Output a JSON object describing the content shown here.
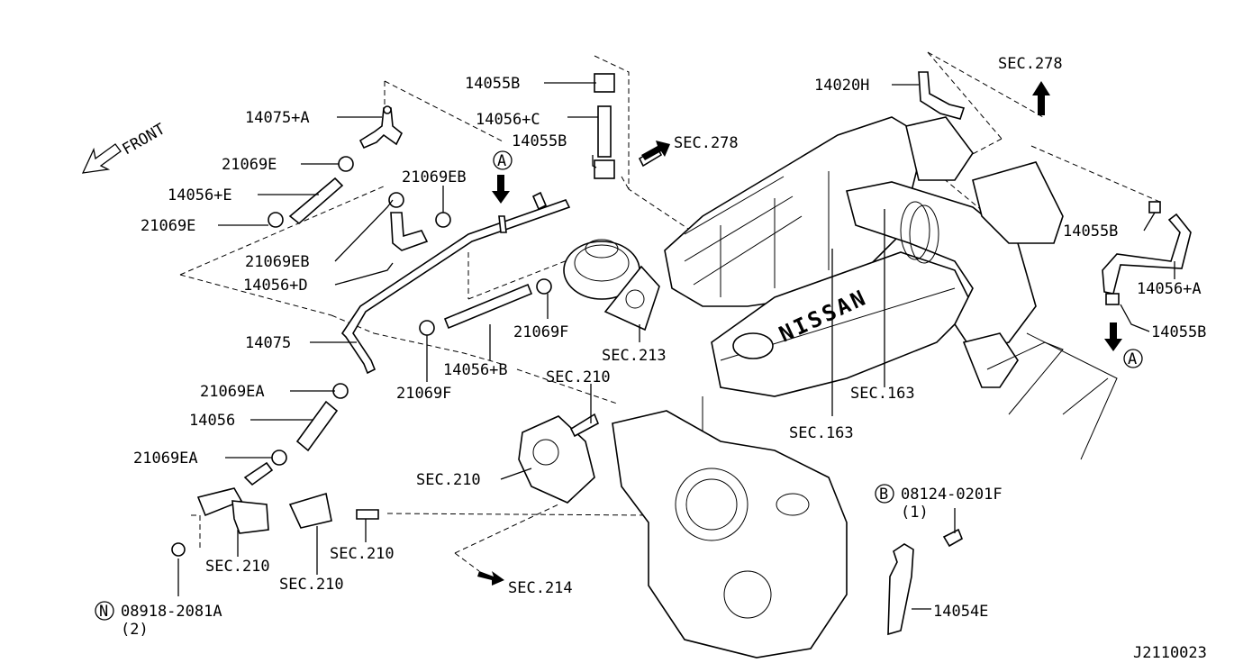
{
  "diagram_id": "J2110023",
  "front_label": "FRONT",
  "callouts": {
    "a": "A",
    "b": "B",
    "n": "N"
  },
  "labels": {
    "p14075A": "14075+A",
    "p21069E_1": "21069E",
    "p14056E": "14056+E",
    "p21069E_2": "21069E",
    "p21069EB_1": "21069EB",
    "p21069EB_2": "21069EB",
    "p14056D": "14056+D",
    "p14075": "14075",
    "p21069EA_1": "21069EA",
    "p14056": "14056",
    "p21069EA_2": "21069EA",
    "p14055B_1": "14055B",
    "p14056C": "14056+C",
    "p14055B_2": "14055B",
    "sec278_1": "SEC.278",
    "p21069F_1": "21069F",
    "p21069F_2": "21069F",
    "p14056B": "14056+B",
    "sec213": "SEC.213",
    "sec210_1": "SEC.210",
    "sec210_2": "SEC.210",
    "sec210_3": "SEC.210",
    "sec210_4": "SEC.210",
    "sec210_5": "SEC.210",
    "sec214": "SEC.214",
    "bolt_n": "08918-2081A",
    "bolt_n_qty": "(2)",
    "p14020H": "14020H",
    "sec278_2": "SEC.278",
    "p14055B_3": "14055B",
    "p14056A": "14056+A",
    "p14055B_4": "14055B",
    "sec163_1": "SEC.163",
    "sec163_2": "SEC.163",
    "bolt_b": "08124-0201F",
    "bolt_b_qty": "(1)",
    "p14054E": "14054E",
    "engine_brand": "NISSAN"
  }
}
